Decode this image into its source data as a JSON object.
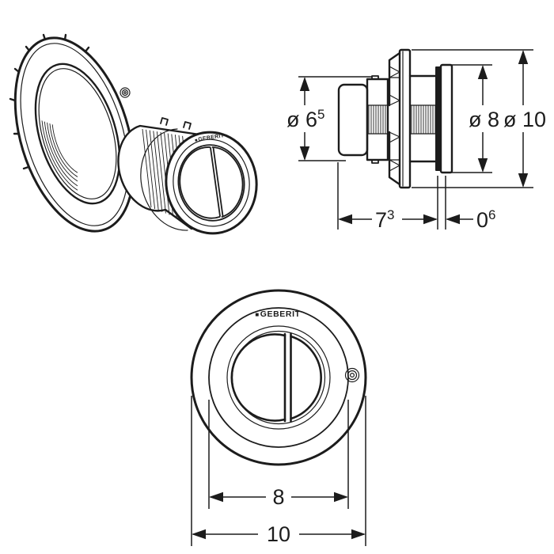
{
  "product": {
    "brand_mark": "■",
    "brand_name": "GEBERIT"
  },
  "side_view": {
    "dims": {
      "rear_dia_main": "ø 6",
      "rear_dia_sup": "5",
      "plate_dia": "ø 8",
      "ring_dia": "ø 10",
      "depth_main": "7",
      "depth_sup": "3",
      "offset_main": "0",
      "offset_sup": "6"
    }
  },
  "front_view": {
    "dims": {
      "button_dia": "8",
      "outer_dia": "10"
    }
  },
  "colors": {
    "line": "#1c1c1c",
    "background": "#ffffff"
  }
}
